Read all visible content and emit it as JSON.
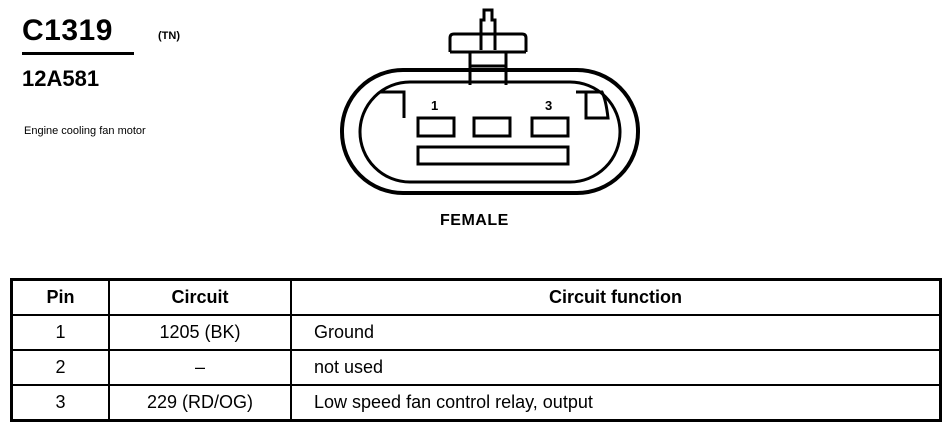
{
  "header": {
    "connector_id": "C1319",
    "connector_code": "(TN)",
    "part_number": "12A581",
    "description": "Engine cooling fan motor"
  },
  "connector": {
    "gender": "FEMALE",
    "cavity_labels": [
      "1",
      "3"
    ]
  },
  "table": {
    "headers": {
      "pin": "Pin",
      "circuit": "Circuit",
      "function": "Circuit function"
    },
    "rows": [
      {
        "pin": "1",
        "circuit": "1205 (BK)",
        "function": "Ground"
      },
      {
        "pin": "2",
        "circuit": "–",
        "function": "not used"
      },
      {
        "pin": "3",
        "circuit": "229 (RD/OG)",
        "function": "Low speed fan control relay, output"
      }
    ]
  }
}
